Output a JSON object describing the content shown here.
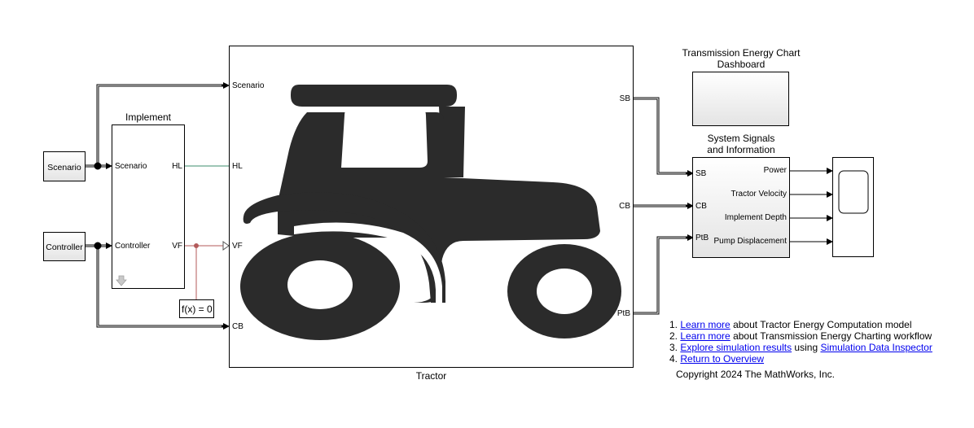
{
  "source_blocks": {
    "scenario": "Scenario",
    "controller": "Controller"
  },
  "implement": {
    "title": "Implement",
    "in_scenario": "Scenario",
    "in_controller": "Controller",
    "out_hl": "HL",
    "out_vf": "VF"
  },
  "tractor": {
    "title": "Tractor",
    "in_scenario": "Scenario",
    "in_hl": "HL",
    "in_vf": "VF",
    "in_cb": "CB",
    "out_sb": "SB",
    "out_cb": "CB",
    "out_ptb": "PtB",
    "icon": "tractor-icon"
  },
  "constraint": {
    "label": "f(x) = 0"
  },
  "dashboard": {
    "title_line1": "Transmission Energy Chart",
    "title_line2": "Dashboard"
  },
  "signals": {
    "title_line1": "System Signals",
    "title_line2": "and Information",
    "in_sb": "SB",
    "in_cb": "CB",
    "in_ptb": "PtB",
    "out_power": "Power",
    "out_velocity": "Tractor Velocity",
    "out_depth": "Implement Depth",
    "out_pump": "Pump Displacement"
  },
  "scope": {
    "icon": "scope-icon"
  },
  "notes": [
    {
      "num": "1.",
      "link": "Learn more",
      "text": " about Tractor Energy Computation model"
    },
    {
      "num": "2.",
      "link": "Learn more",
      "text": " about Transmission Energy Charting workflow"
    },
    {
      "num": "3.",
      "link": "Explore simulation results",
      "mid": " using ",
      "link2": "Simulation Data Inspector"
    },
    {
      "num": "4.",
      "link": "Return to Overview"
    }
  ],
  "copyright": "Copyright 2024 The MathWorks, Inc.",
  "colors": {
    "wire": "#000000",
    "hl_wire": "#3e8e6e",
    "vf_wire": "#b35a5a"
  }
}
